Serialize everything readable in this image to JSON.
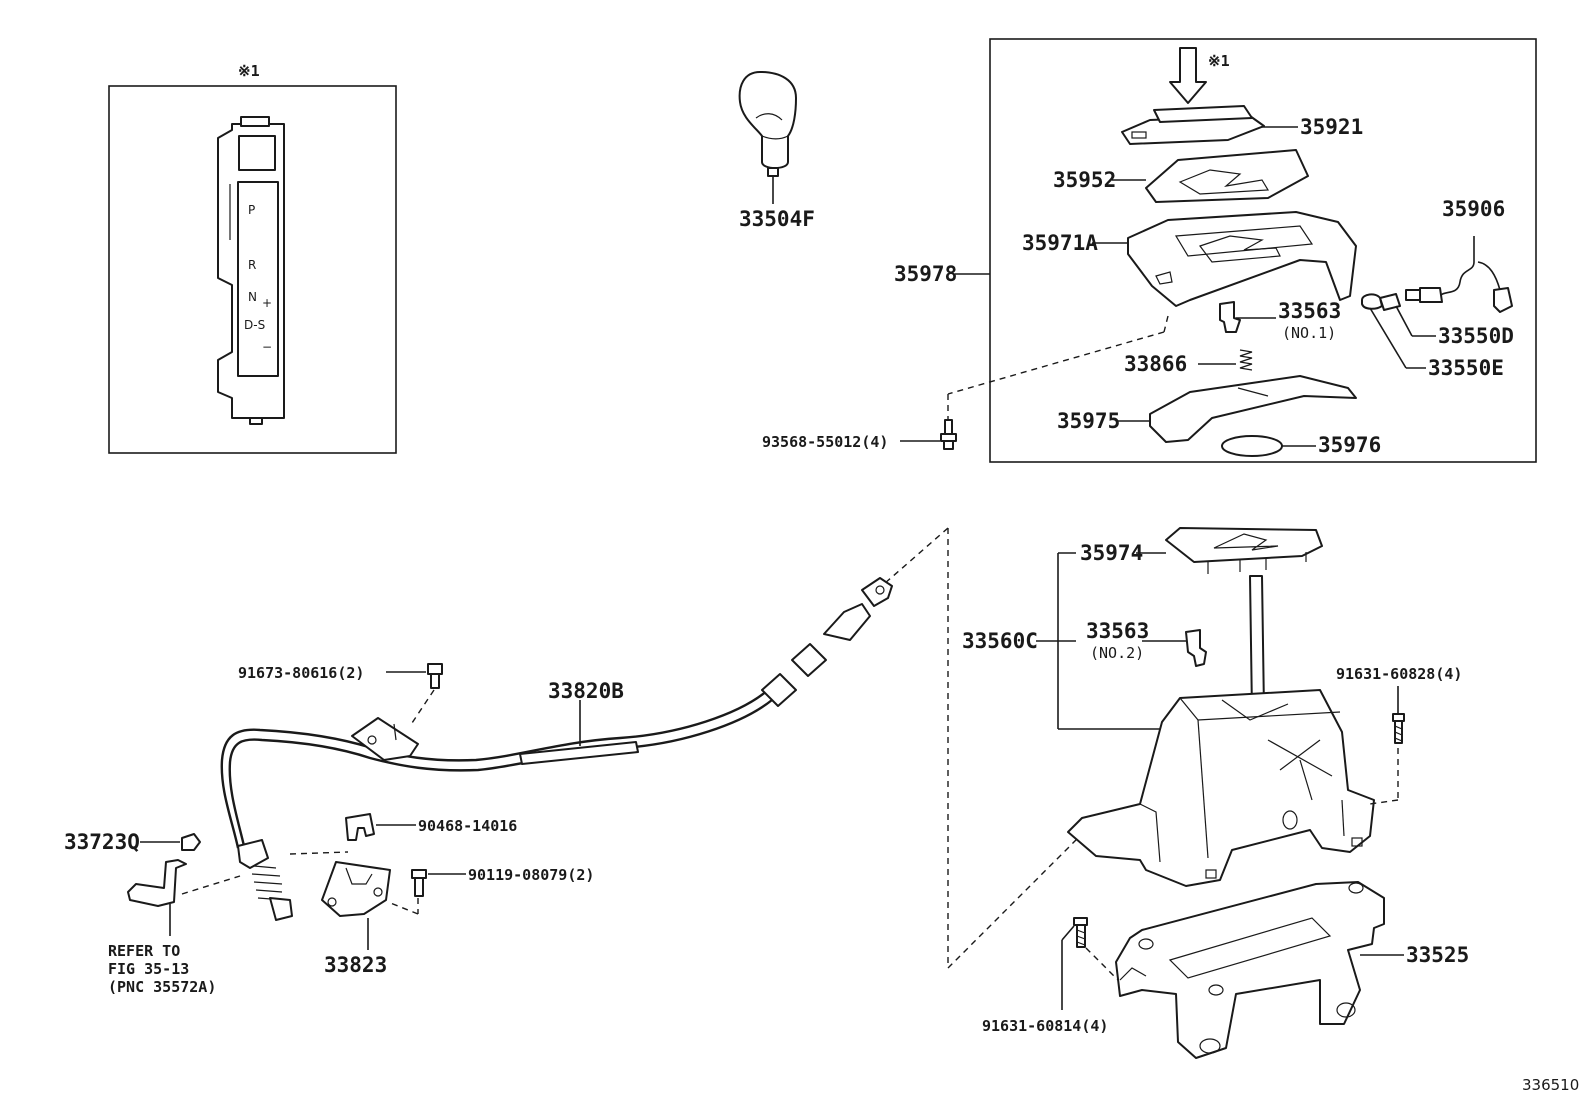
{
  "diagram": {
    "ref_number": "336510",
    "inset_mark": "※1",
    "arrow_mark": "※1",
    "shift_positions": [
      "P",
      "R",
      "N",
      "D-S",
      "+",
      "−"
    ],
    "refer_note": [
      "REFER TO",
      "FIG 35-13",
      "(PNC 35572A)"
    ],
    "parts": {
      "p33504F": "33504F",
      "p35921": "35921",
      "p35952": "35952",
      "p35906": "35906",
      "p35971A": "35971A",
      "p35978": "35978",
      "p33563_1": "33563",
      "p33563_1_sub": "(NO.1)",
      "p33550D": "33550D",
      "p33866": "33866",
      "p33550E": "33550E",
      "p35975": "35975",
      "p35976": "35976",
      "p93568": "93568-55012(4)",
      "p35974": "35974",
      "p33560C": "33560C",
      "p33563_2": "33563",
      "p33563_2_sub": "(NO.2)",
      "p91631_828": "91631-60828(4)",
      "p91673": "91673-80616(2)",
      "p33820B": "33820B",
      "p33723Q": "33723Q",
      "p90468": "90468-14016",
      "p90119": "90119-08079(2)",
      "p33823": "33823",
      "p33525": "33525",
      "p91631_814": "91631-60814(4)"
    }
  }
}
